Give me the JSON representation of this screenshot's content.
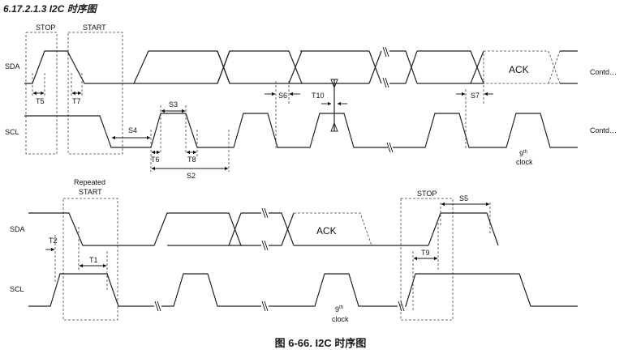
{
  "heading": "6.17.2.1.3 I2C 时序图",
  "caption": "图 6-66. I2C 时序图",
  "top_diagram": {
    "box_stop": "STOP",
    "box_start": "START",
    "signal_sda": "SDA",
    "signal_scl": "SCL",
    "ack": "ACK",
    "contd_sda": "Contd…",
    "contd_scl": "Contd…",
    "ninth": "9",
    "ninth_sup": "th",
    "clock": "clock",
    "timing": {
      "t5": "T5",
      "t7": "T7",
      "s4": "S4",
      "s3": "S3",
      "t6": "T6",
      "t8": "T8",
      "s2": "S2",
      "s6": "S6",
      "t10": "T10",
      "s7": "S7"
    }
  },
  "bottom_diagram": {
    "repeated_1": "Repeated",
    "repeated_2": "START",
    "box_stop": "STOP",
    "signal_sda": "SDA",
    "signal_scl": "SCL",
    "ack": "ACK",
    "ninth": "9",
    "ninth_sup": "th",
    "clock": "clock",
    "timing": {
      "t2": "T2",
      "t1": "T1",
      "t9": "T9",
      "s5": "S5"
    }
  }
}
